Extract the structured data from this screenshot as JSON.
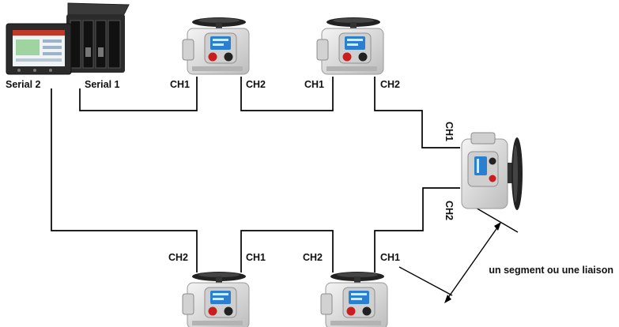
{
  "controller": {
    "serial_2": "Serial 2",
    "serial_1": "Serial 1"
  },
  "channels": {
    "ch1": "CH1",
    "ch2": "CH2"
  },
  "segment_annotation": "un segment ou une liaison",
  "colors": {
    "wire": "#000000",
    "actuator_body": "#e4e4e4",
    "handwheel": "#222222",
    "display": "#2a7fd0",
    "red_knob": "#c81e1e",
    "controller_frame": "#2b2b2b"
  }
}
